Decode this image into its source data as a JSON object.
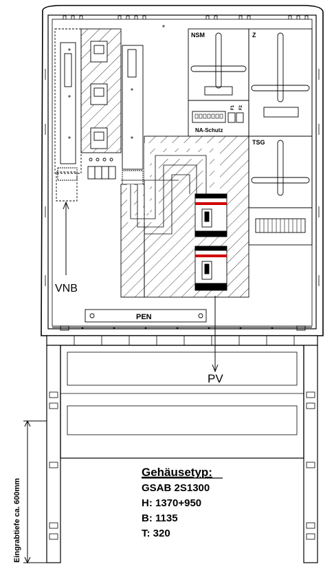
{
  "labels": {
    "nsm": "NSM",
    "z": "Z",
    "na_schutz": "NA-Schutz",
    "tsg": "TSG",
    "vnb": "VNB",
    "pen": "PEN",
    "pv": "PV",
    "depth": "Eingrabtiefe ca. 600mm",
    "f1": "F1",
    "f2": "F2",
    "fuse_small": "F2"
  },
  "spec": {
    "title": "Gehäusetyp:",
    "model": "GSAB 2S1300",
    "height": "H: 1370+950",
    "width": "B: 1135",
    "depth": "T: 320"
  }
}
